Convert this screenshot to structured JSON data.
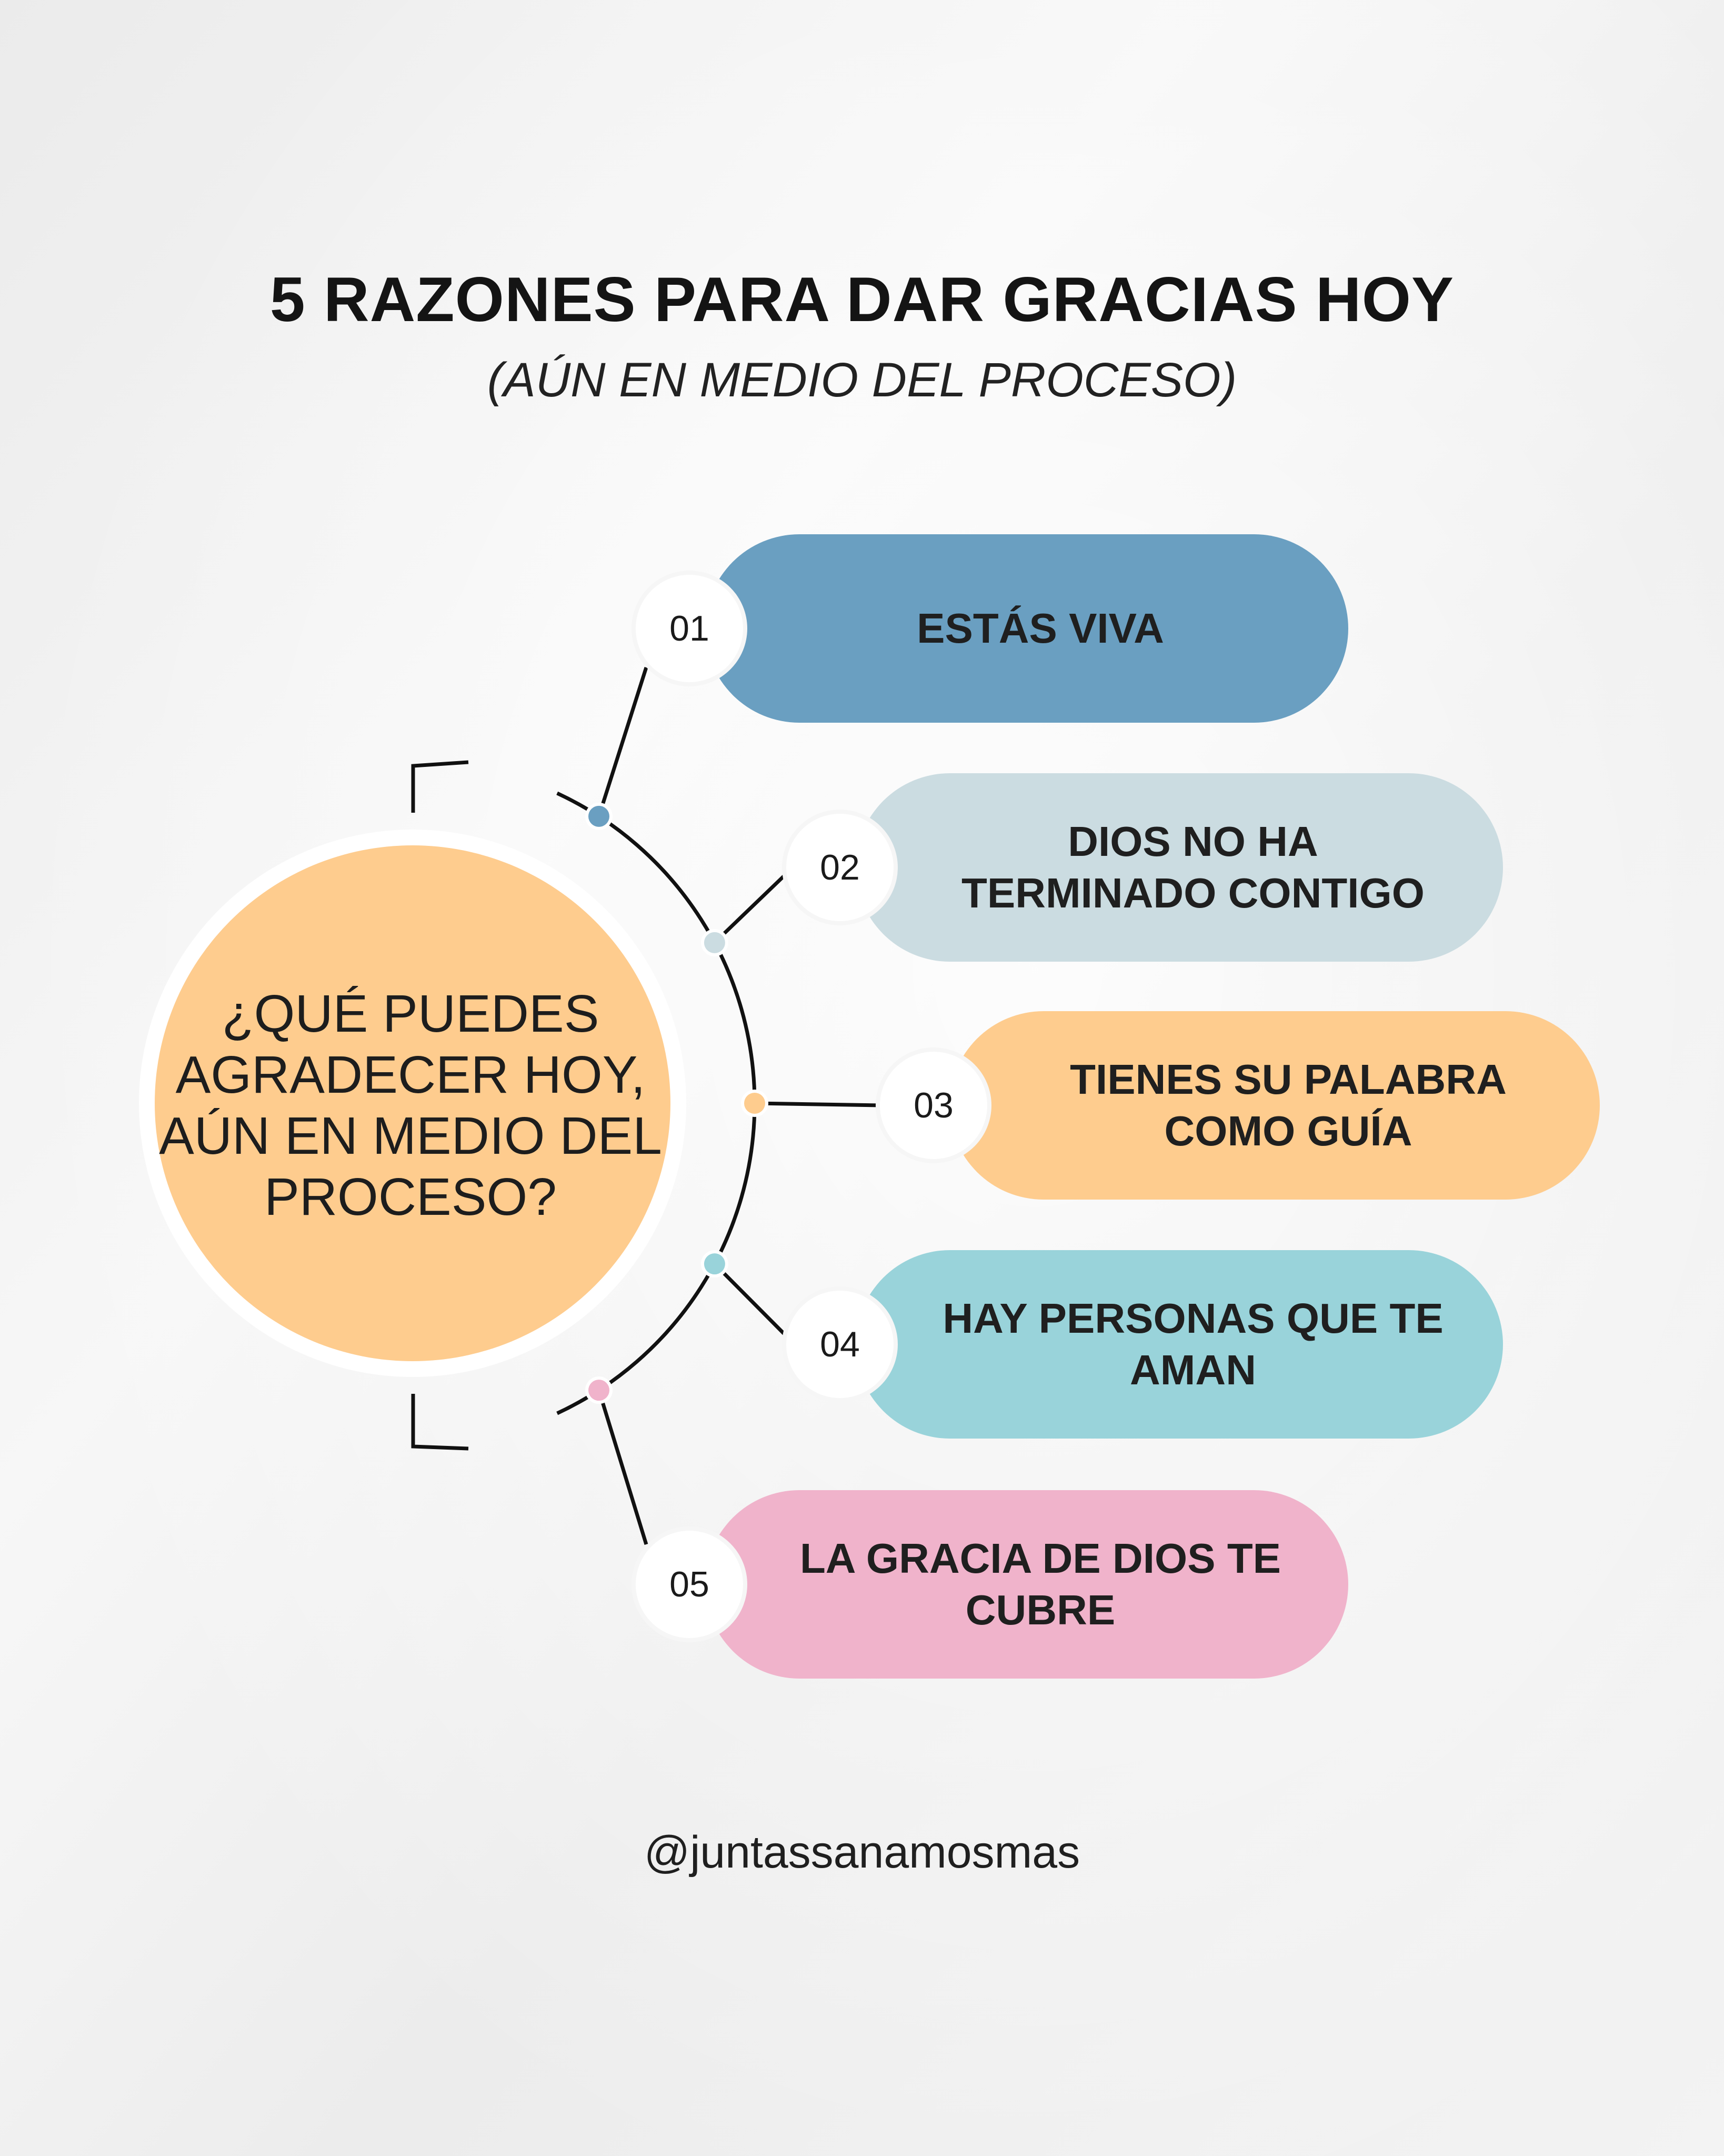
{
  "title": "5 RAZONES PARA DAR GRACIAS HOY",
  "subtitle": "(AÚN EN MEDIO DEL PROCESO)",
  "center": {
    "text": "¿QUÉ PUEDES AGRADECER HOY, AÚN EN MEDIO DEL PROCESO?",
    "color": "#FECC8E"
  },
  "items": [
    {
      "number": "01",
      "label": "ESTÁS VIVA",
      "color": "#6A9FC1"
    },
    {
      "number": "02",
      "label": "DIOS NO HA TERMINADO CONTIGO",
      "color": "#CBDCE1"
    },
    {
      "number": "03",
      "label": "TIENES SU PALABRA COMO GUÍA",
      "color": "#FECC8E"
    },
    {
      "number": "04",
      "label": "HAY PERSONAS QUE TE AMAN",
      "color": "#99D3DA"
    },
    {
      "number": "05",
      "label": "LA GRACIA DE DIOS TE CUBRE",
      "color": "#F0B3CB"
    }
  ],
  "handle": "@juntassanamosmas"
}
